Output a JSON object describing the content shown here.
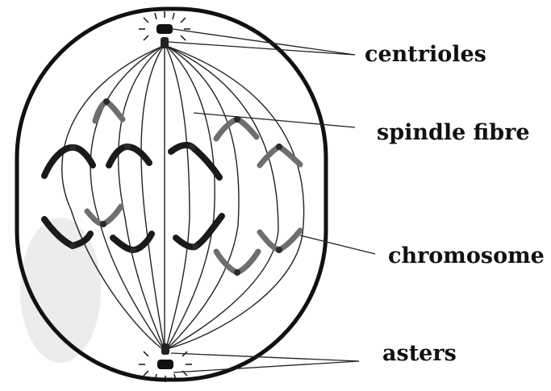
{
  "labels": {
    "centrioles": "centrioles",
    "spindle_fibre": "spindle fibre",
    "chromosome": "chromosome",
    "asters": "asters"
  },
  "colors": {
    "outline": "#111111",
    "dark_chromosome": "#1a1a1a",
    "grey_chromosome": "#6e6e6e",
    "fibre": "#222222",
    "shading": "#e4e4e4"
  }
}
